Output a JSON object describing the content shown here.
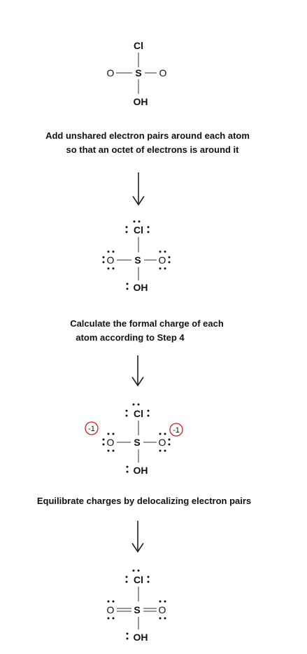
{
  "atoms": {
    "chlorine": "Cl",
    "sulfur": "S",
    "oxygen": "O",
    "hydroxyl": "OH"
  },
  "captions": {
    "step1_line1": "Add unshared electron pairs around each atom",
    "step1_line2": "so that an octet of electrons is around it",
    "step2_line1": "Calculate the formal charge of each",
    "step2_line2": "atom according to Step 4",
    "step3": "Equilibrate charges by delocalizing electron pairs"
  },
  "formal_charges": {
    "left_oxygen": "-1",
    "right_oxygen": "-1"
  }
}
